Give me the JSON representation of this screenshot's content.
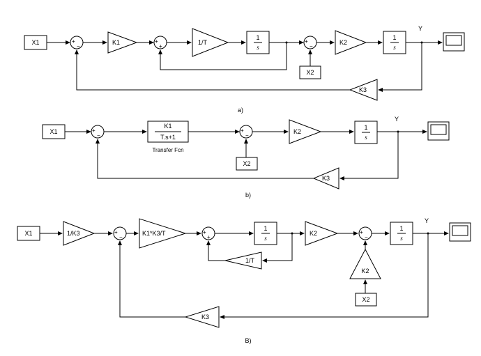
{
  "diagram_a": {
    "caption": "a)",
    "input": "X1",
    "gain_k1": "K1",
    "gain_inv_t": "1/T",
    "gain_k2": "K2",
    "gain_k3": "K3",
    "disturbance": "X2",
    "int_num": "1",
    "int_den": "s",
    "output": "Y",
    "sum1_plus": "+",
    "sum1_minus": "−",
    "sum2_plus1": "+",
    "sum2_plus2": "+",
    "sum3_plus": "+",
    "sum3_minus": "−"
  },
  "diagram_b": {
    "caption": "b)",
    "input": "X1",
    "tf_num": "K1",
    "tf_den": "T.s+1",
    "tf_label": "Transfer Fcn",
    "gain_k2": "K2",
    "gain_k3": "K3",
    "disturbance": "X2",
    "int_num": "1",
    "int_den": "s",
    "output": "Y",
    "sum1_plus": "+",
    "sum1_minus": "−",
    "sum2_plus": "+",
    "sum2_minus": "−"
  },
  "diagram_c": {
    "caption": "B)",
    "input": "X1",
    "gain_inv_k3": "1/K3",
    "gain_k1k3t": "K1*K3/T",
    "gain_inv_t": "1/T",
    "gain_k2": "K2",
    "gain_k2_up": "K2",
    "gain_k3": "K3",
    "disturbance": "X2",
    "int_num": "1",
    "int_den": "s",
    "output": "Y",
    "sum1_plus": "+",
    "sum1_minus": "−",
    "sum2_plus1": "+",
    "sum2_plus2": "+",
    "sum3_plus": "+",
    "sum3_minus": "−"
  }
}
